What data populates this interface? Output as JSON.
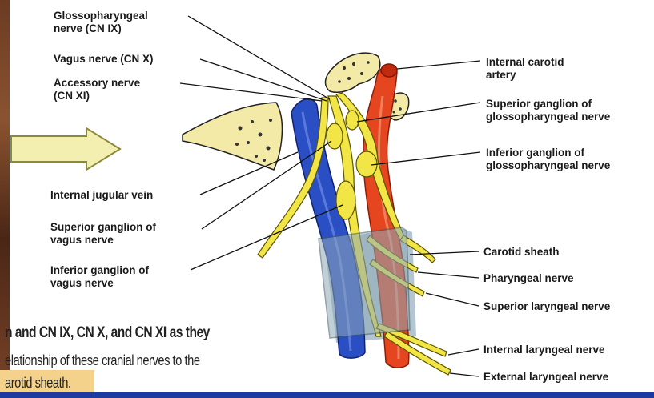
{
  "labels": {
    "glosso_l1": "Glossopharyngeal",
    "glosso_l2": "nerve (CN IX)",
    "vagus": "Vagus nerve (CN X)",
    "accessory_l1": "Accessory nerve",
    "accessory_l2": "(CN XI)",
    "ijv": "Internal jugular vein",
    "sup_vagus_l1": "Superior ganglion of",
    "sup_vagus_l2": "vagus nerve",
    "inf_vagus_l1": "Inferior ganglion of",
    "inf_vagus_l2": "vagus nerve",
    "ica_l1": "Internal carotid",
    "ica_l2": "artery",
    "sup_glosso_l1": "Superior ganglion of",
    "sup_glosso_l2": "glossopharyngeal nerve",
    "inf_glosso_l1": "Inferior ganglion of",
    "inf_glosso_l2": "glossopharyngeal nerve",
    "carotid_sheath": "Carotid sheath",
    "pharyngeal": "Pharyngeal nerve",
    "sup_laryngeal": "Superior laryngeal nerve",
    "int_laryngeal": "Internal laryngeal nerve",
    "ext_laryngeal": "External laryngeal nerve"
  },
  "caption": {
    "line1": "n and CN IX, CN X, and CN XI as they",
    "line2": "elationship of these cranial nerves to the",
    "line3": "arotid sheath."
  },
  "colors": {
    "vein": "#2a4fc4",
    "artery": "#e5451f",
    "nerve": "#f2e646",
    "bone": "#f3eaa8",
    "sheath": "#8fa9b8",
    "caption_highlight": "#f4d28c",
    "arrow": "#f2efb0"
  }
}
